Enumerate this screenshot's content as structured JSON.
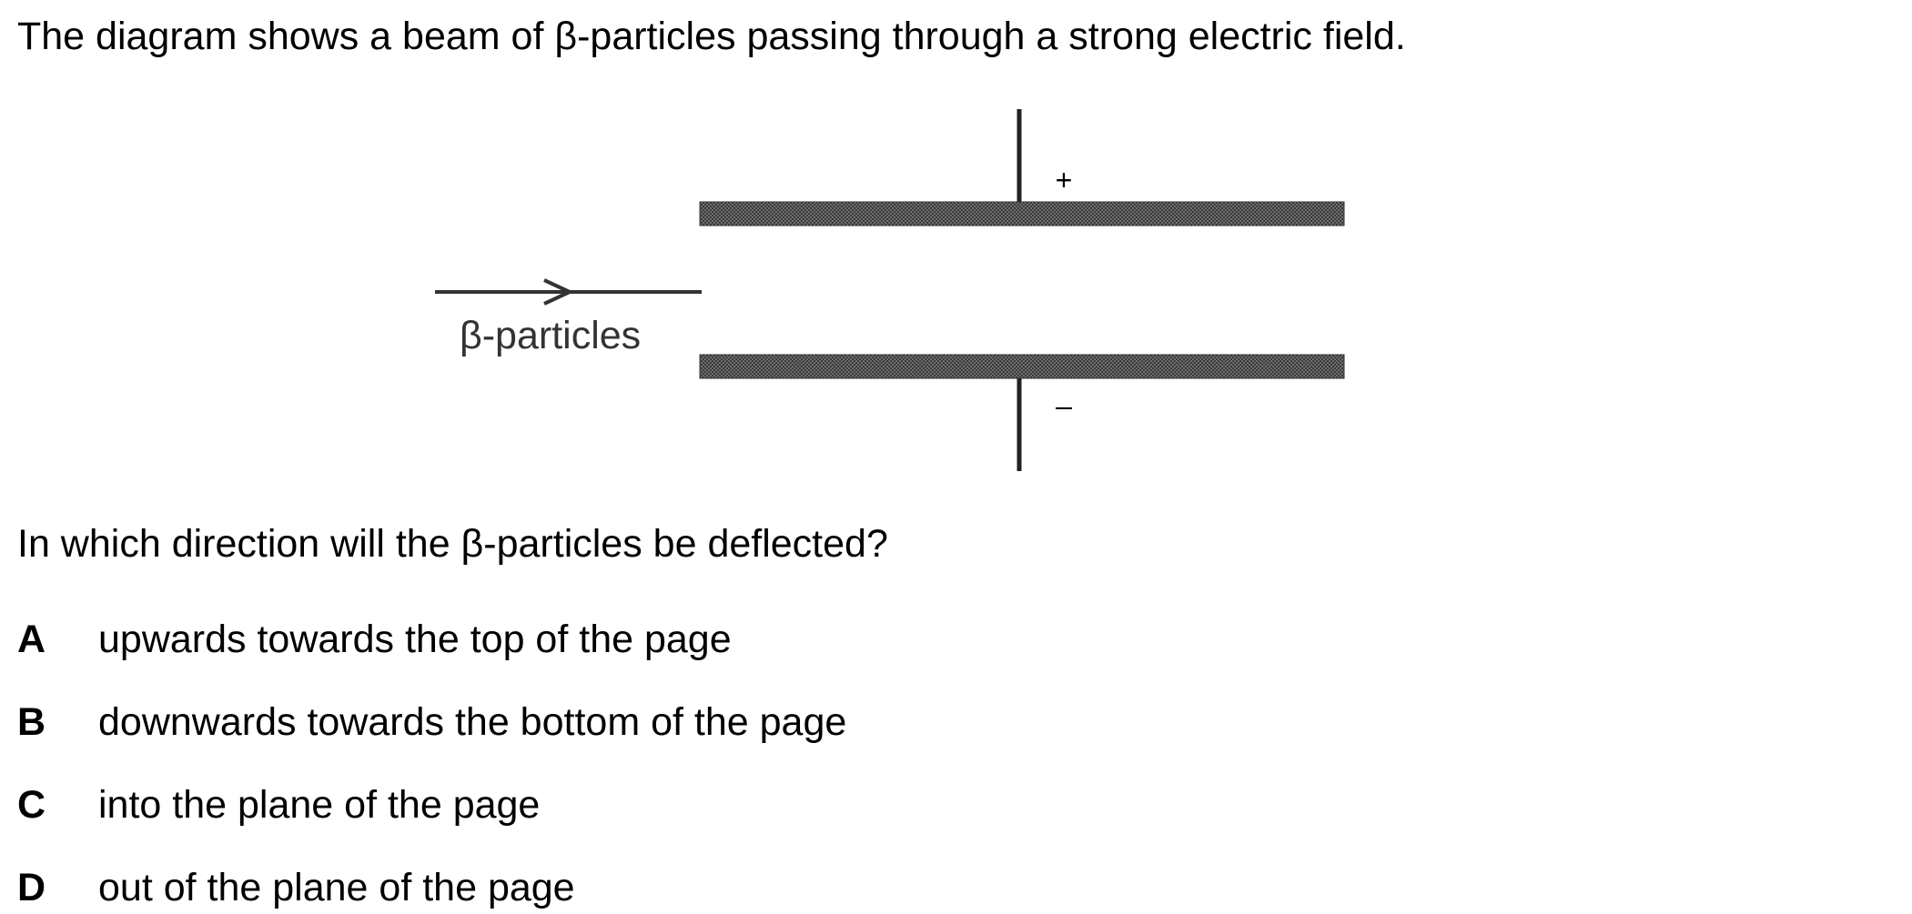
{
  "intro": "The diagram shows a beam of β-particles passing through a strong electric field.",
  "diagram": {
    "beam_label": "β-particles",
    "positive_sign": "+",
    "negative_sign": "–"
  },
  "question": "In which direction will the β-particles be deflected?",
  "options": [
    {
      "letter": "A",
      "text": "upwards towards the top of the page"
    },
    {
      "letter": "B",
      "text": "downwards towards the bottom of the page"
    },
    {
      "letter": "C",
      "text": "into the plane of the page"
    },
    {
      "letter": "D",
      "text": "out of the plane of the page"
    }
  ]
}
